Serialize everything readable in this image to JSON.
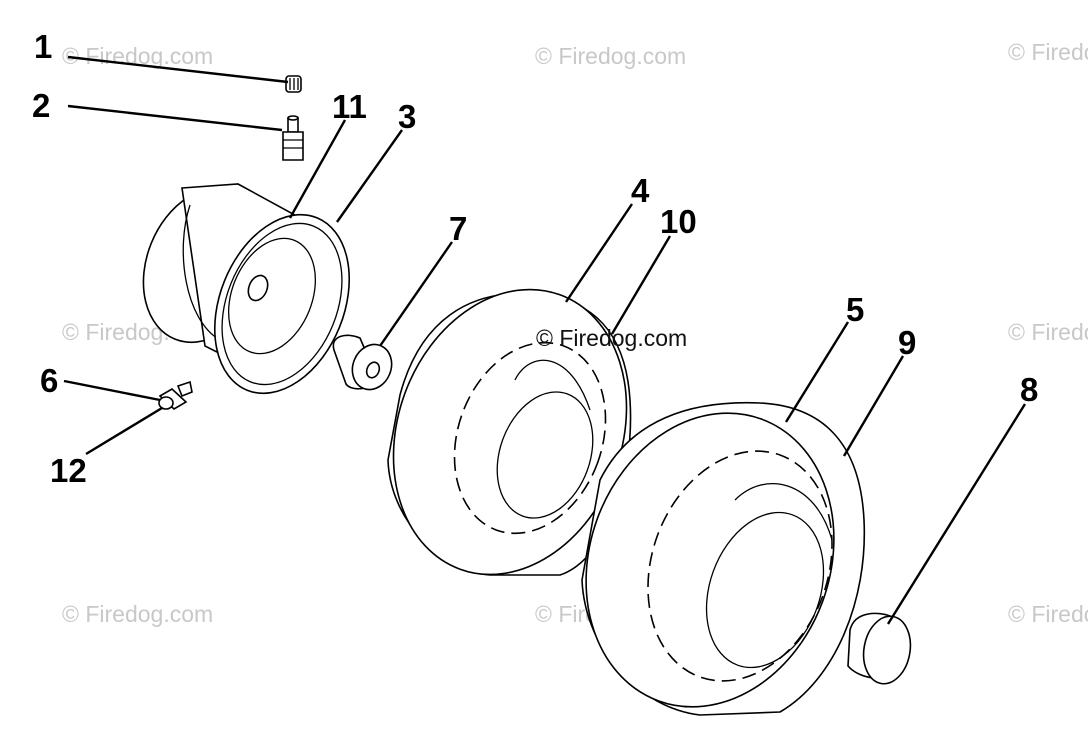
{
  "watermark": {
    "text": "© Firedog.com"
  },
  "callouts": {
    "c1": "1",
    "c2": "2",
    "c3": "3",
    "c4": "4",
    "c5": "5",
    "c6": "6",
    "c7": "7",
    "c8": "8",
    "c9": "9",
    "c10": "10",
    "c11": "11",
    "c12": "12"
  },
  "colors": {
    "ink": "#000000",
    "watermark": "#c8c8c8",
    "background": "#ffffff"
  }
}
